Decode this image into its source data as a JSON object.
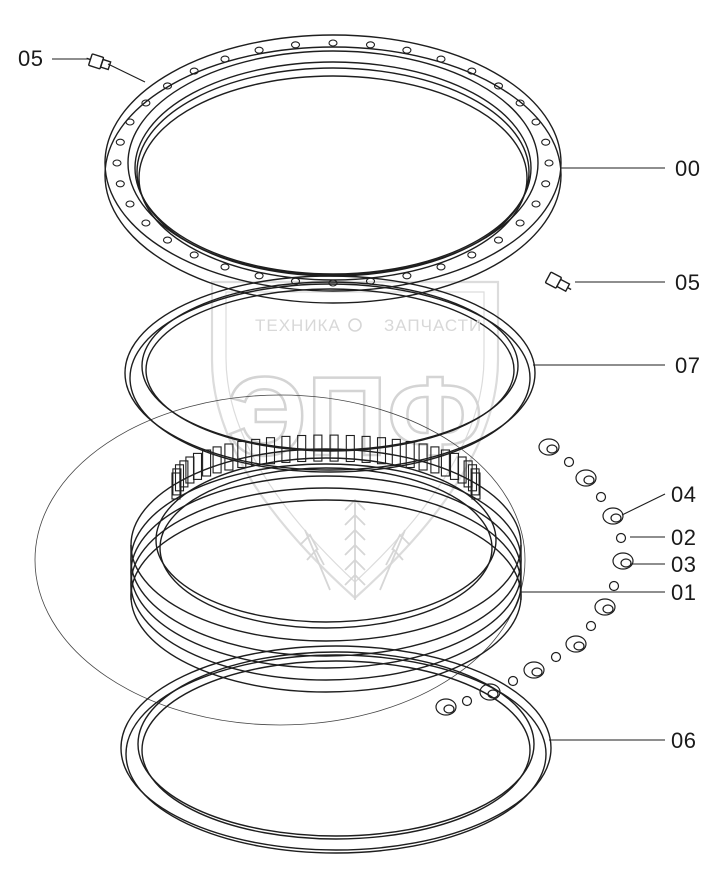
{
  "watermark": {
    "logo": "ЭПФ",
    "left_text": "ТЕХНИКА",
    "right_text": "ЗАПЧАСТИ"
  },
  "labels": {
    "00": "00",
    "01": "01",
    "02": "02",
    "03": "03",
    "04": "04",
    "05_top": "05",
    "05_right": "05",
    "06": "06",
    "07": "07"
  }
}
